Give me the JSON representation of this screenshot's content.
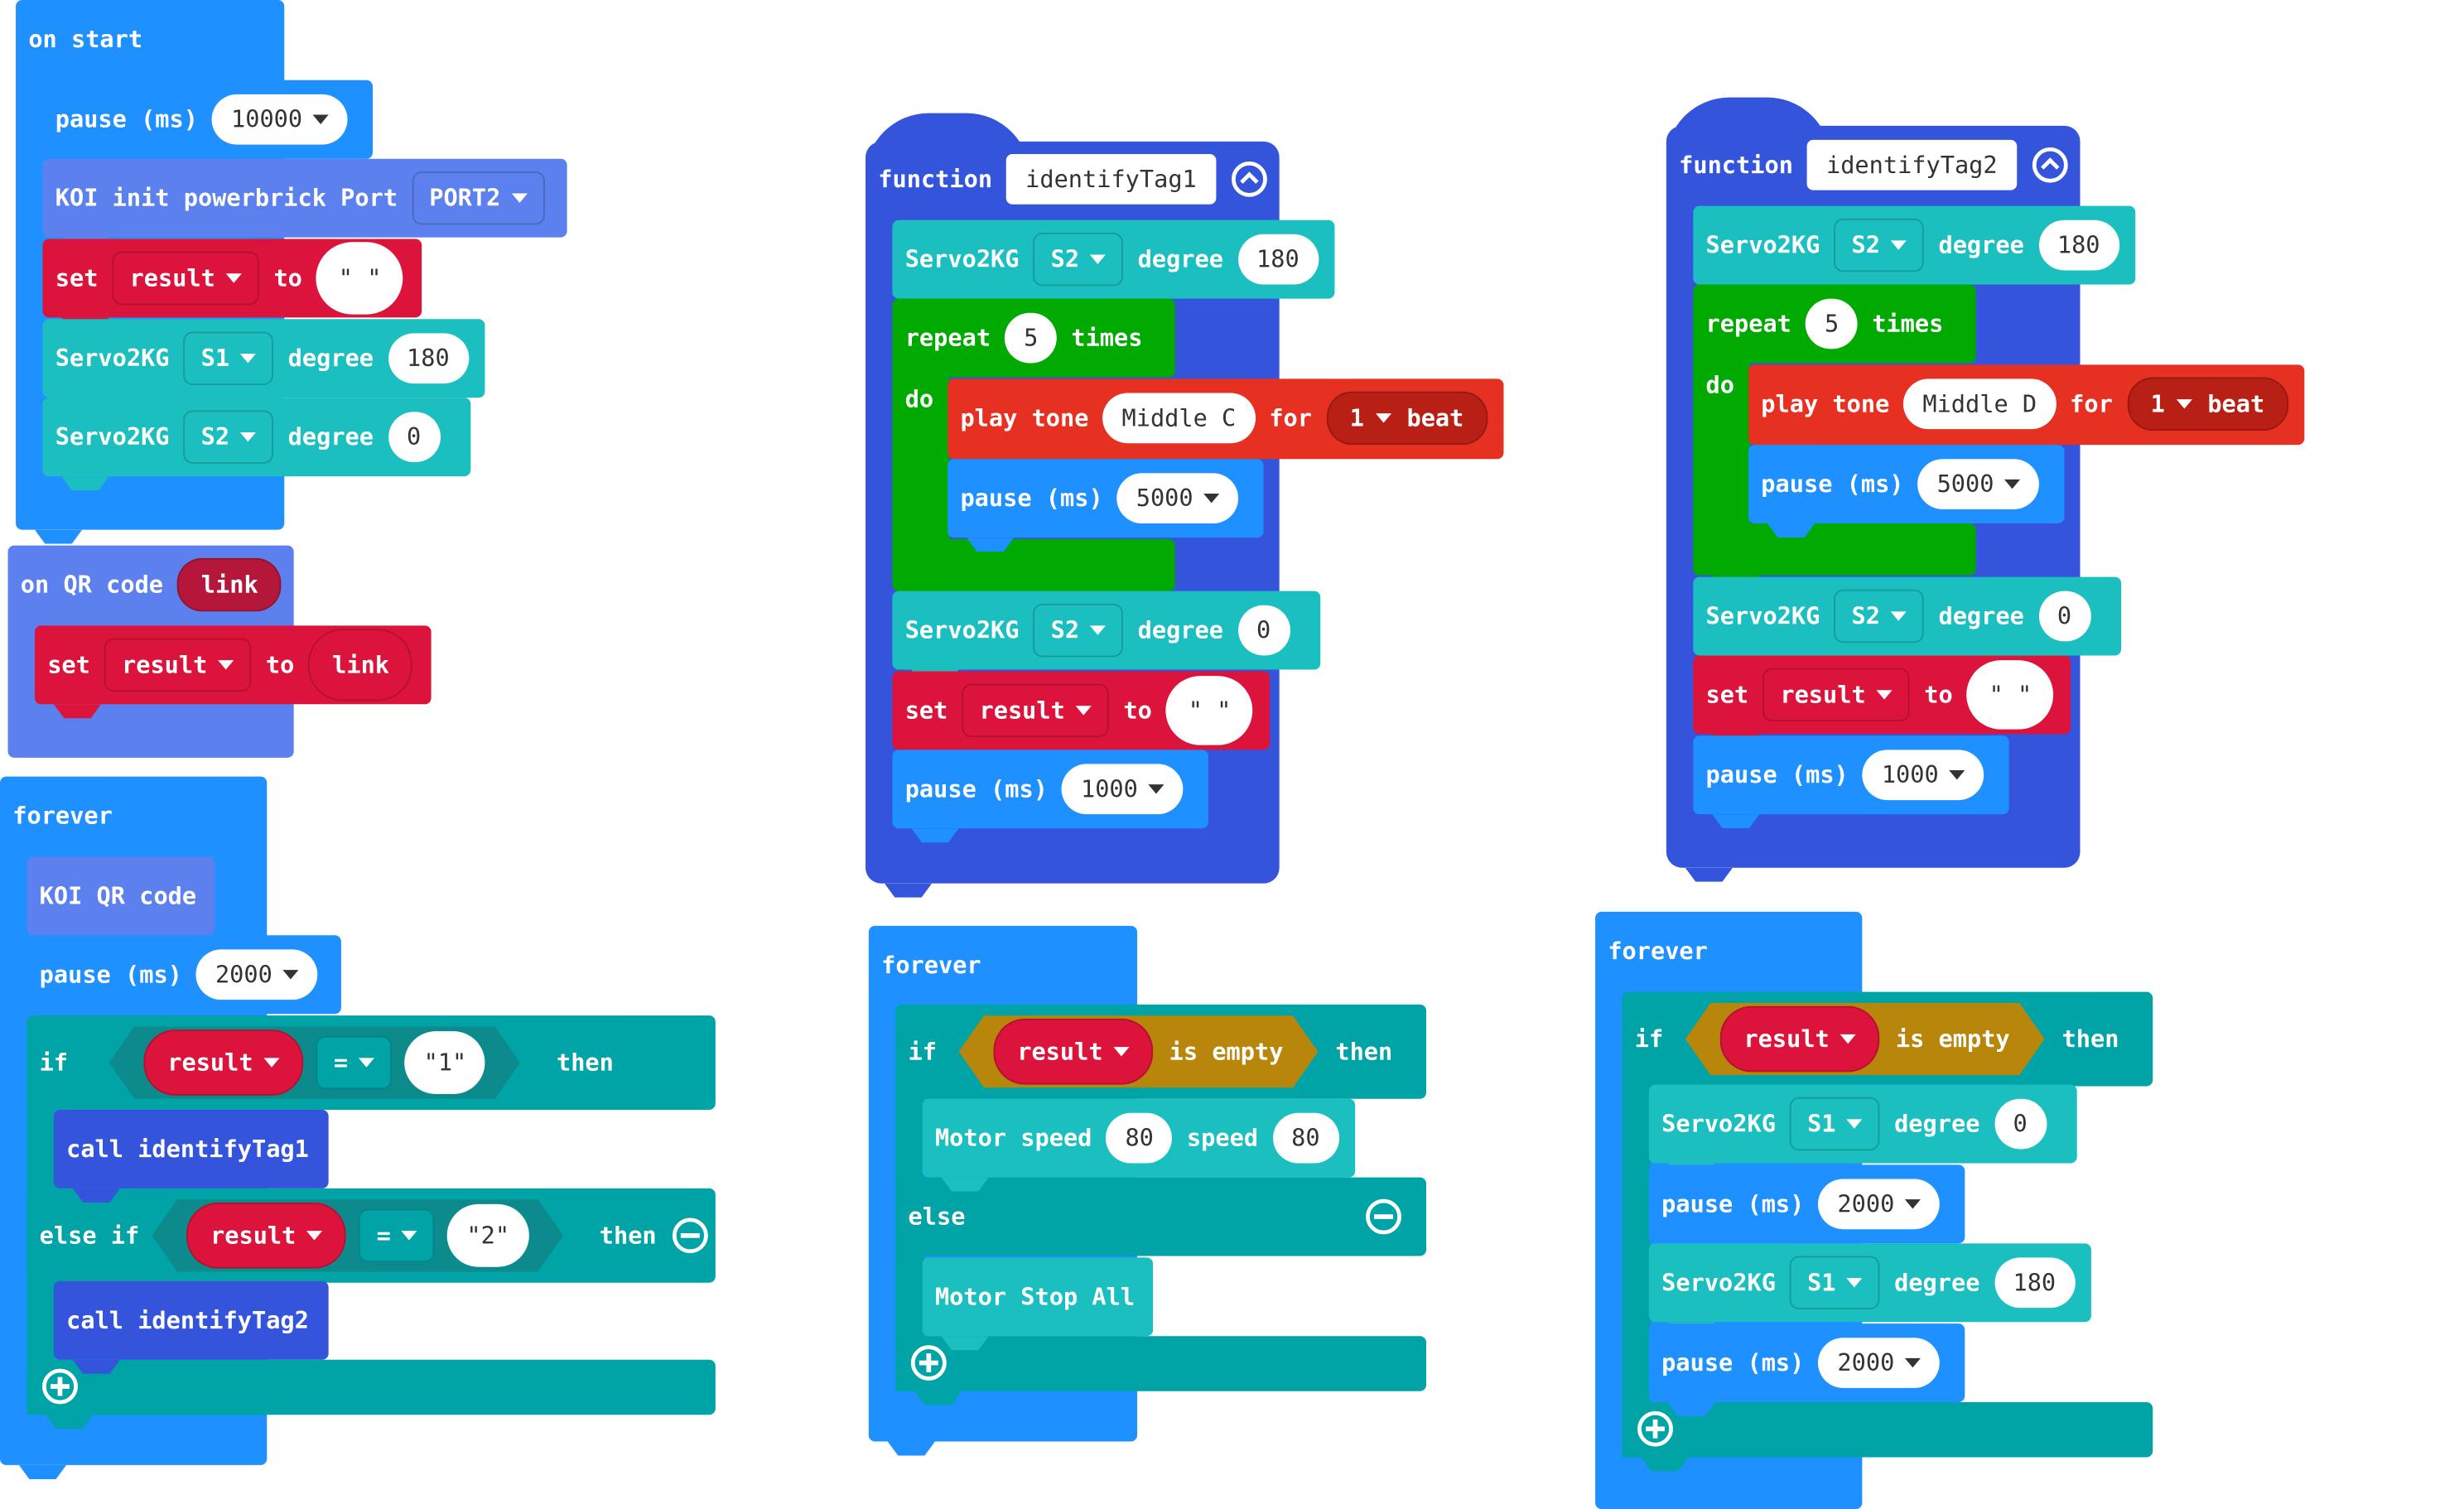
{
  "colors": {
    "event": "#1e90ff",
    "koi": "#5c81ee",
    "variable": "#dc143c",
    "servo": "#1bbfbf",
    "basic": "#1e90ff",
    "loop": "#00aa00",
    "music": "#e63022",
    "function": "#3455db",
    "logic": "#00a4a6",
    "bool": "#b8860b"
  },
  "on_start": {
    "title": "on start",
    "pause_label": "pause (ms)",
    "pause_value": "10000",
    "koi_init_label": "KOI init powerbrick Port",
    "koi_port": "PORT2",
    "set_label": "set",
    "var": "result",
    "to_label": "to",
    "empty_str": "\" \"",
    "servo_label": "Servo2KG",
    "servo1_port": "S1",
    "servo2_port": "S2",
    "degree_label": "degree",
    "servo1_degree": "180",
    "servo2_degree": "0"
  },
  "on_qr": {
    "title": "on QR code",
    "param": "link",
    "set_label": "set",
    "var": "result",
    "to_label": "to",
    "value": "link"
  },
  "forever_left": {
    "title": "forever",
    "koi_qr": "KOI QR code",
    "pause_label": "pause (ms)",
    "pause_value": "2000",
    "if_label": "if",
    "var": "result",
    "op": "=",
    "val1": "\"1\"",
    "then_label": "then",
    "call1": "call identifyTag1",
    "else_if_label": "else if",
    "val2": "\"2\"",
    "call2": "call identifyTag2"
  },
  "func1": {
    "function_label": "function",
    "name": "identifyTag1",
    "servo_label": "Servo2KG",
    "servo_port": "S2",
    "degree_label": "degree",
    "degree1": "180",
    "repeat_label": "repeat",
    "repeat_count": "5",
    "times_label": "times",
    "do_label": "do",
    "play_tone_label": "play tone",
    "note": "Middle C",
    "for_label": "for",
    "beat_value": "1",
    "beat_label": "beat",
    "pause_label": "pause (ms)",
    "pause_inner": "5000",
    "degree2": "0",
    "set_label": "set",
    "var": "result",
    "to_label": "to",
    "empty_str": "\" \"",
    "pause_outer": "1000"
  },
  "func2": {
    "function_label": "function",
    "name": "identifyTag2",
    "servo_label": "Servo2KG",
    "servo_port": "S2",
    "degree_label": "degree",
    "degree1": "180",
    "repeat_label": "repeat",
    "repeat_count": "5",
    "times_label": "times",
    "do_label": "do",
    "play_tone_label": "play tone",
    "note": "Middle D",
    "for_label": "for",
    "beat_value": "1",
    "beat_label": "beat",
    "pause_label": "pause (ms)",
    "pause_inner": "5000",
    "degree2": "0",
    "set_label": "set",
    "var": "result",
    "to_label": "to",
    "empty_str": "\" \"",
    "pause_outer": "1000"
  },
  "forever_mid": {
    "title": "forever",
    "if_label": "if",
    "var": "result",
    "is_empty": "is empty",
    "then_label": "then",
    "motor_label": "Motor speed",
    "speed1": "80",
    "speed_label": "speed",
    "speed2": "80",
    "else_label": "else",
    "motor_stop": "Motor Stop All"
  },
  "forever_right": {
    "title": "forever",
    "if_label": "if",
    "var": "result",
    "is_empty": "is empty",
    "then_label": "then",
    "servo_label": "Servo2KG",
    "servo_port": "S1",
    "degree_label": "degree",
    "degree1": "0",
    "pause_label": "pause (ms)",
    "pause1": "2000",
    "degree2": "180",
    "pause2": "2000"
  }
}
